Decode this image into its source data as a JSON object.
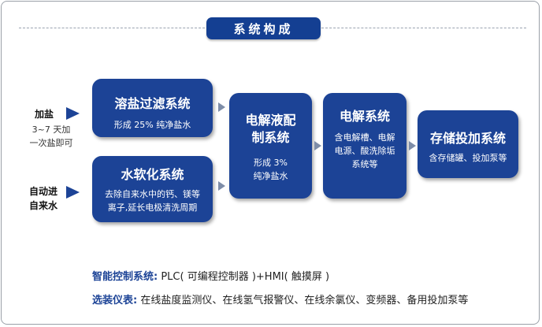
{
  "header": {
    "title": "系统构成"
  },
  "inputs": {
    "salt_label": "加盐",
    "salt_note_line1": "3~7 天加",
    "salt_note_line2": "一次盐即可",
    "water_label_line1": "自动进",
    "water_label_line2": "自来水"
  },
  "boxes": {
    "salt_filter": {
      "title": "溶盐过滤系统",
      "desc": "形成 25% 纯净盐水"
    },
    "softener": {
      "title": "水软化系统",
      "desc_line1": "去除自来水中的钙、镁等",
      "desc_line2": "离子,延长电极清洗周期"
    },
    "mixing": {
      "title_line1": "电解液配",
      "title_line2": "制系统",
      "desc_line1": "形成 3%",
      "desc_line2": "纯净盐水"
    },
    "electrolysis": {
      "title": "电解系统",
      "desc_line1": "含电解槽、电解",
      "desc_line2": "电源、酸洗除垢",
      "desc_line3": "系统等"
    },
    "storage": {
      "title": "存储投加系统",
      "desc": "含存储罐、投加泵等"
    }
  },
  "footer": {
    "control_key": "智能控制系统:",
    "control_value": " PLC( 可编程控制器 )+HMI( 触摸屏 )",
    "options_key": "选装仪表:",
    "options_value": " 在线盐度监测仪、在线氢气报警仪、在线余氯仪、变频器、备用投加泵等"
  },
  "colors": {
    "box": "#1c4396",
    "header": "#143f92",
    "flow_arrow": "#7e8da8"
  }
}
